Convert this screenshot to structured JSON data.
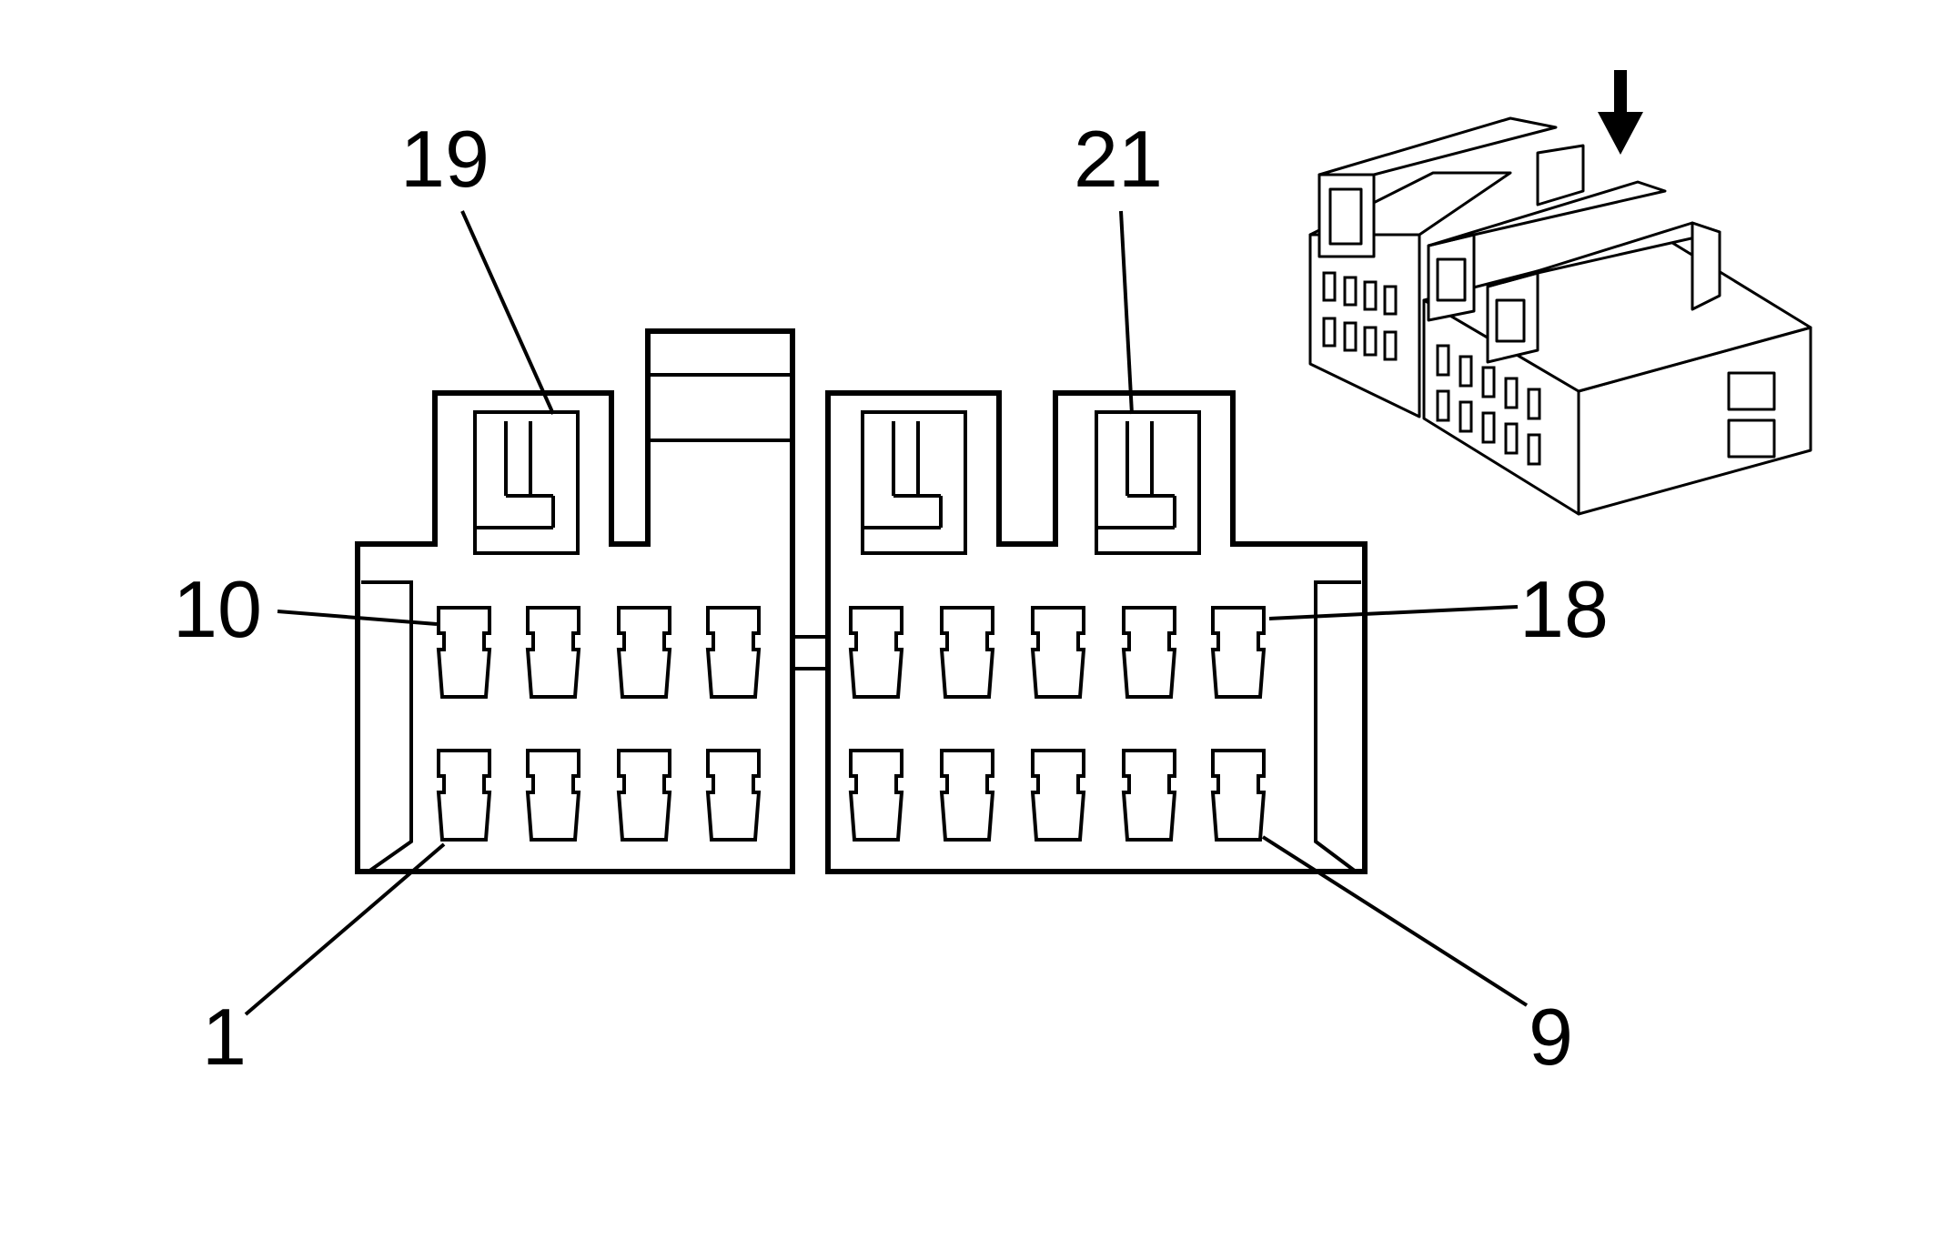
{
  "labels": {
    "pin_19": "19",
    "pin_21": "21",
    "pin_10": "10",
    "pin_18": "18",
    "pin_1": "1",
    "pin_9": "9"
  },
  "icons": {
    "view_arrow": "down-arrow-icon",
    "connector_3d": "connector-iso-view"
  }
}
